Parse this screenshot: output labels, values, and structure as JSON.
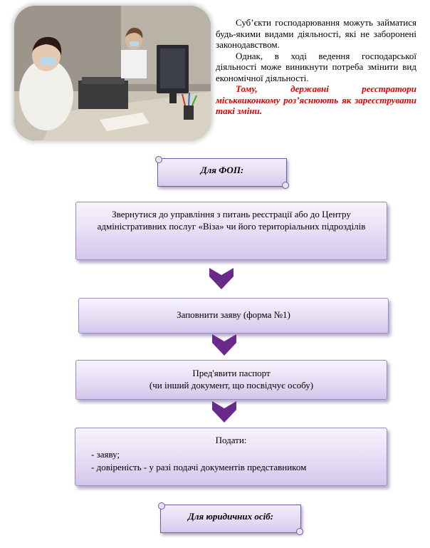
{
  "intro": {
    "p1": "Суб’єкти господарювання можуть займатися будь-якими видами діяльності, які не заборонені законодавством.",
    "p2": "Однак, в ході ведення господарської діяльності може виникнути потреба змінити вид економічної діяльності.",
    "p3": "Тому, державні реєстратори міськвиконкому роз’яснюють як зареєструвати такі зміни."
  },
  "sections": {
    "fop_label": "Для ФОП:",
    "legal_label": "Для юридичних осіб:"
  },
  "steps": {
    "step1": "Звернутися до управління з питань реєстрації або до Центру адміністративних послуг «Віза» чи його територіальних підрозділів",
    "step2": "Заповнити заяву (форма №1)",
    "step3_line1": "Пред'явити паспорт",
    "step3_line2": "(чи інший документ, що посвідчує особу)",
    "step4_title": "Подати:",
    "step4_item1": "- заяву;",
    "step4_item2": "- довіреність - у разі подачі документів представником"
  },
  "colors": {
    "accent_red": "#e00000",
    "box_fill": "#e9e1f6",
    "arrow": "#6a2a8a"
  },
  "icons": {
    "arrow": "chevron-down-arrow-icon",
    "photo": "registrar-office-photo"
  }
}
